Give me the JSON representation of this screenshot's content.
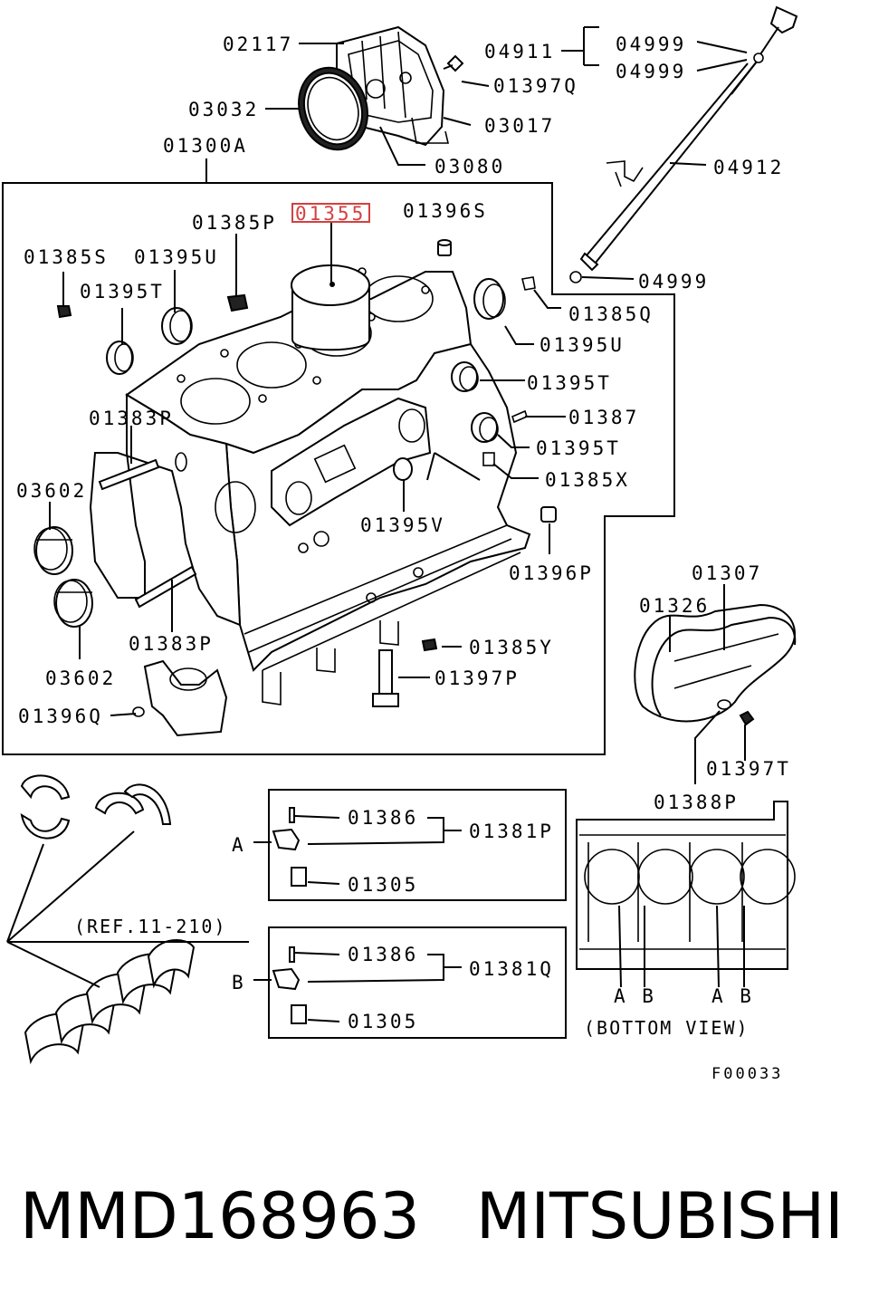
{
  "diagram": {
    "labels": {
      "l02117": "02117",
      "l03032": "03032",
      "l01300A": "01300A",
      "l04911": "04911",
      "l04999a": "04999",
      "l04999b": "04999",
      "l01397Q": "01397Q",
      "l03017": "03017",
      "l03080": "03080",
      "l04912": "04912",
      "l04999c": "04999",
      "l01355": "01355",
      "l01396S": "01396S",
      "l01385P": "01385P",
      "l01385S": "01385S",
      "l01395U_a": "01395U",
      "l01395T_a": "01395T",
      "l01385Q": "01385Q",
      "l01395U_b": "01395U",
      "l01395T_b": "01395T",
      "l01387": "01387",
      "l01383P_a": "01383P",
      "l01395T_c": "01395T",
      "l01385X": "01385X",
      "l03602_a": "03602",
      "l01395V": "01395V",
      "l01396P": "01396P",
      "l01307": "01307",
      "l01326": "01326",
      "l01383P_b": "01383P",
      "l01385Y": "01385Y",
      "l03602_b": "03602",
      "l01397P": "01397P",
      "l01396Q": "01396Q",
      "l01397T": "01397T",
      "l01388P": "01388P",
      "l01386_a": "01386",
      "l01381P": "01381P",
      "l01305_a": "01305",
      "l01386_b": "01386",
      "l01381Q": "01381Q",
      "l01305_b": "01305",
      "boxA": "A",
      "boxB": "B",
      "ref": "(REF.11-210)",
      "ab1": "A B",
      "ab2": "A B",
      "bottom_view": "(BOTTOM VIEW)",
      "figure_code": "F00033"
    },
    "highlight_color": "#d44040"
  },
  "footer": {
    "part_number": "MMD168963",
    "brand": "MITSUBISHI"
  }
}
